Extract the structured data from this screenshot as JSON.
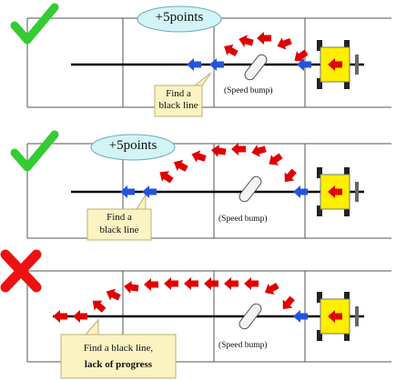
{
  "panels": [
    {
      "result": "success",
      "points": "+5points",
      "note_lines": [
        "Find a",
        "black line"
      ],
      "bump_label": "(Speed bump)"
    },
    {
      "result": "success",
      "points": "+5points",
      "note_lines": [
        "Find a",
        "black line"
      ],
      "bump_label": "(Speed bump)"
    },
    {
      "result": "failure",
      "points": "",
      "note_lines": [
        "Find a black line,",
        "lack of progress"
      ],
      "bump_label": "(Speed bump)"
    }
  ],
  "icons": {
    "success": "check-mark",
    "failure": "cross-mark",
    "robot": "robot-car"
  },
  "colors": {
    "check": "#33cc33",
    "cross": "#ee1111",
    "arrow_red": "#e00000",
    "arrow_blue": "#2255dd",
    "bubble_fill": "#d2f4f7",
    "bubble_stroke": "#6aaab6",
    "note_fill": "#fbf3c2",
    "note_stroke": "#b8b070",
    "robot_body": "#ffee00",
    "grid_line": "#555555",
    "track_line": "#000000"
  }
}
